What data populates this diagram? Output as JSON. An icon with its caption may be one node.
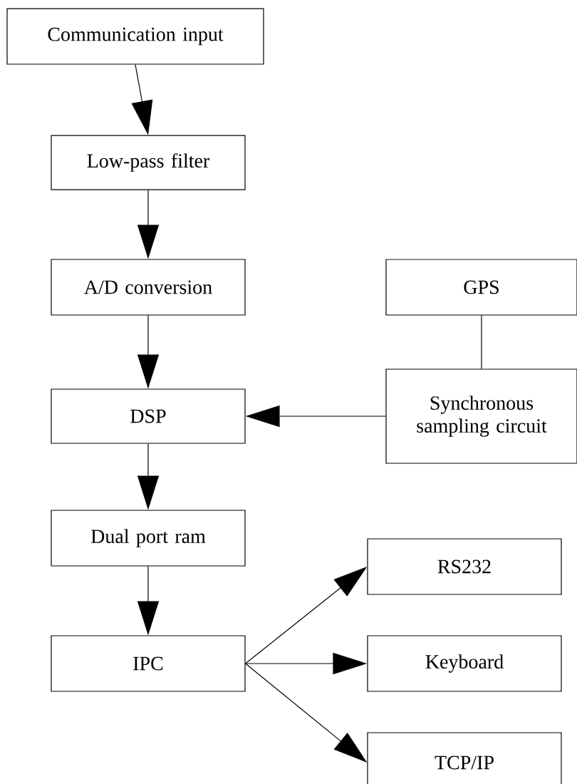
{
  "diagram": {
    "nodes": [
      {
        "text": [
          "Communication input"
        ]
      },
      {
        "text": [
          "Low-pass filter"
        ]
      },
      {
        "text": [
          "A/D conversion"
        ]
      },
      {
        "text": [
          "GPS"
        ]
      },
      {
        "text": [
          "DSP"
        ]
      },
      {
        "text": [
          "Synchronous sampling circuit"
        ]
      },
      {
        "text": [
          "Dual port ram"
        ]
      },
      {
        "text": [
          "IPC"
        ]
      },
      {
        "text": [
          "RS232"
        ]
      },
      {
        "text": [
          "Keyboard"
        ]
      },
      {
        "text": [
          "TCP/IP"
        ]
      }
    ],
    "edges": [
      {
        "from": 0,
        "to": 1,
        "arrow": "to"
      },
      {
        "from": 1,
        "to": 2,
        "arrow": "to"
      },
      {
        "from": 2,
        "to": 4,
        "arrow": "to"
      },
      {
        "from": 3,
        "to": 5,
        "arrow": "none"
      },
      {
        "from": 5,
        "to": 4,
        "arrow": "to"
      },
      {
        "from": 4,
        "to": 6,
        "arrow": "to"
      },
      {
        "from": 6,
        "to": 7,
        "arrow": "to"
      },
      {
        "from": 7,
        "to": 8,
        "arrow": "to"
      },
      {
        "from": 7,
        "to": 9,
        "arrow": "to"
      },
      {
        "from": 7,
        "to": 10,
        "arrow": "to"
      }
    ]
  }
}
